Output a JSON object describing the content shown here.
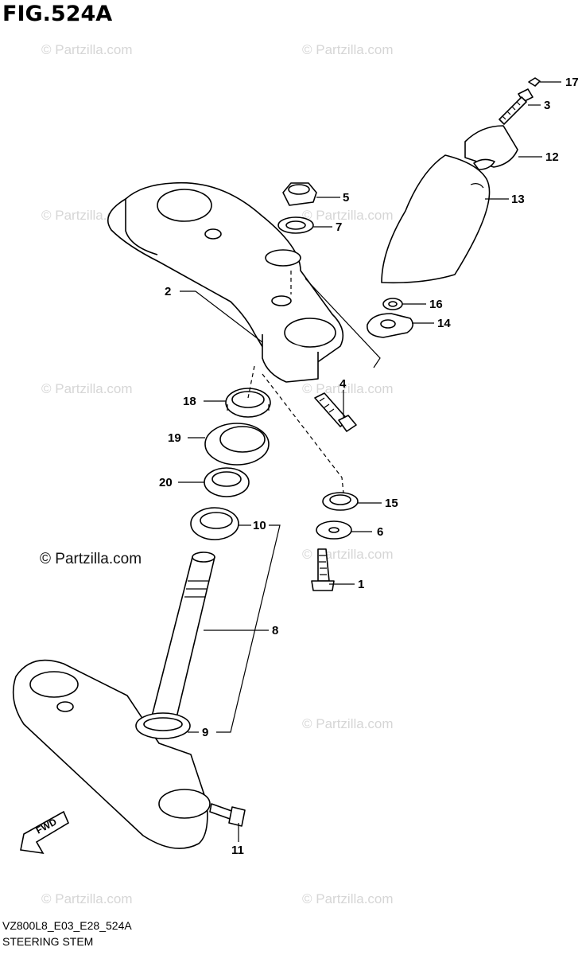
{
  "title": "FIG.524A",
  "footer": {
    "code": "VZ800L8_E03_E28_524A",
    "name": "STEERING STEM"
  },
  "watermark": "© Partzilla.com",
  "fwd_label": "FWD",
  "callouts": [
    "17",
    "3",
    "12",
    "13",
    "5",
    "7",
    "2",
    "16",
    "14",
    "4",
    "18",
    "19",
    "20",
    "15",
    "6",
    "10",
    "1",
    "8",
    "9",
    "11"
  ]
}
